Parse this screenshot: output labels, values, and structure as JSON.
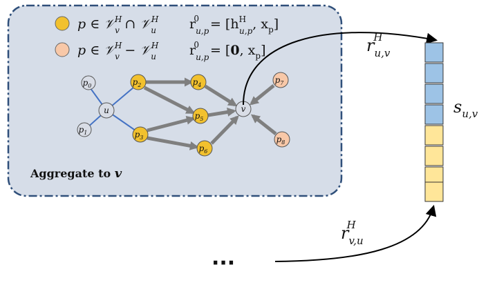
{
  "legend": {
    "yellow": {
      "set_lhs": "p ∈ 𝒱",
      "sub1": "v",
      "sup1": "H",
      "op": "∩ 𝒱",
      "sub2": "u",
      "sup2": "H",
      "r_name": "r",
      "r_sub": "u,p",
      "r_sup": "0",
      "r_value": "= [h",
      "h_sub": "u,p",
      "h_sup": "H",
      "r_tail": ", x",
      "x_sub": "p",
      "close": "]"
    },
    "pink": {
      "set_lhs": "p ∈ 𝒱",
      "sub1": "v",
      "sup1": "H",
      "op": "− 𝒱",
      "sub2": "u",
      "sup2": "H",
      "r_name": "r",
      "r_sub": "u,p",
      "r_sup": "0",
      "r_value": "= [",
      "zero": "0",
      "r_tail": ", x",
      "x_sub": "p",
      "close": "]"
    }
  },
  "nodes": {
    "p0": {
      "base": "p",
      "sub": "0"
    },
    "p1": {
      "base": "p",
      "sub": "1"
    },
    "p2": {
      "base": "p",
      "sub": "2"
    },
    "p3": {
      "base": "p",
      "sub": "3"
    },
    "p4": {
      "base": "p",
      "sub": "4"
    },
    "p5": {
      "base": "p",
      "sub": "5"
    },
    "p6": {
      "base": "p",
      "sub": "6"
    },
    "p7": {
      "base": "p",
      "sub": "7"
    },
    "p8": {
      "base": "p",
      "sub": "8"
    },
    "u": {
      "base": "u"
    },
    "v": {
      "base": "v"
    }
  },
  "aggregate_label": {
    "text": "Aggregate to ",
    "var": "v"
  },
  "r_uv": {
    "base": "r",
    "sub": "u,v",
    "sup": "H"
  },
  "r_vu": {
    "base": "r",
    "sub": "v,u",
    "sup": "H"
  },
  "s_uv": {
    "base": "s",
    "sub": "u,v"
  },
  "ellipsis": "···",
  "colors": {
    "panel_fill": "#d6dde8",
    "panel_border": "#2f4f7a",
    "yellow": "#f2c12e",
    "pink": "#f8c8a8",
    "gray_node": "#d9dde6",
    "blue_cell": "#9dc3e6",
    "yellow_cell": "#ffe699",
    "edge_blue": "#4472c4",
    "arrow_gray": "#7f7f7f"
  },
  "vector": {
    "blue_cells": 4,
    "yellow_cells": 4
  }
}
